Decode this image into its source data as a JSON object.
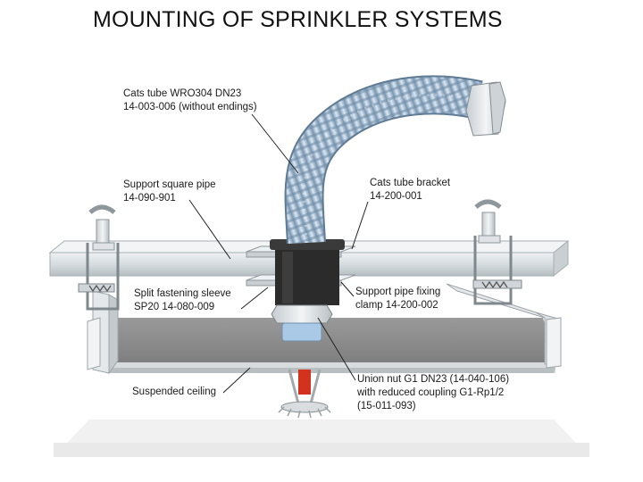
{
  "title": "MOUNTING OF SPRINKLER SYSTEMS",
  "labels": {
    "cats_tube": {
      "line1": "Cats tube WRO304 DN23",
      "line2": "14-003-006 (without endings)"
    },
    "support_square_pipe": {
      "line1": "Support square pipe",
      "line2": "14-090-901"
    },
    "cats_tube_bracket": {
      "line1": "Cats tube bracket",
      "line2": "14-200-001"
    },
    "split_sleeve": {
      "line1": "Split fastening sleeve",
      "line2": "SP20 14-080-009"
    },
    "support_clamp": {
      "line1": "Support pipe fixing",
      "line2": "clamp 14-200-002"
    },
    "suspended_ceiling": {
      "line1": "Suspended ceiling"
    },
    "union_nut": {
      "line1": "Union nut G1 DN23 (14-040-106)",
      "line2": "with reduced coupling G1-Rp1/2",
      "line3": "(15-011-093)"
    }
  },
  "colors": {
    "pipe": "#dde3e6",
    "tube": "#a9c6de",
    "ceiling": "#8e8e8e",
    "sleeve": "#2a2a2a",
    "sprinkler_bulb": "#d2321e"
  }
}
